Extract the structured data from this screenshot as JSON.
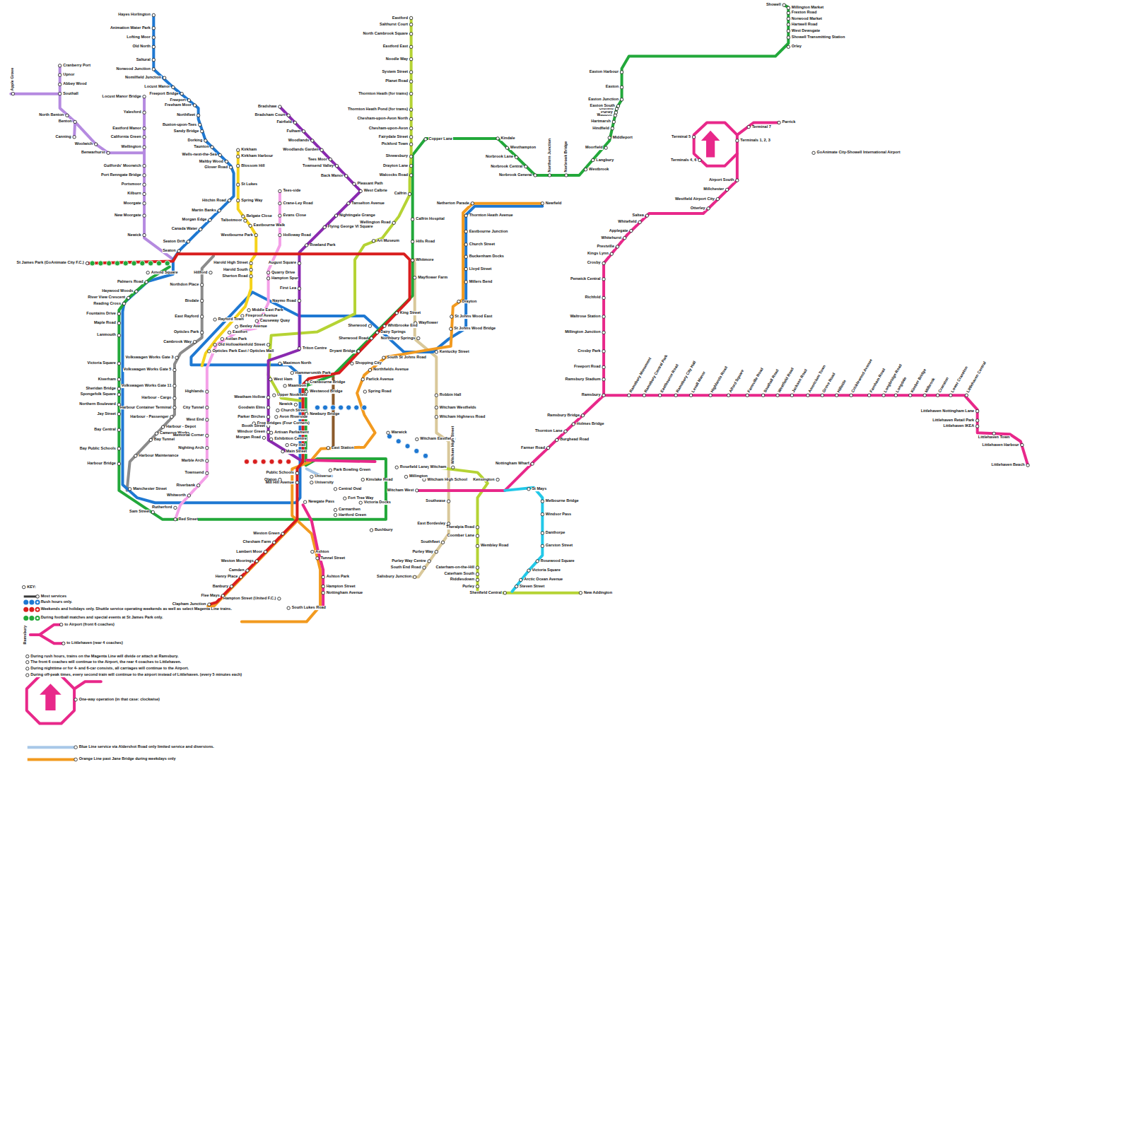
{
  "diagram": {
    "labels": [
      "Hayes Horlington",
      "Animation Water Park",
      "Lofting Moor",
      "Old North",
      "Saltural",
      "Norwood Junction",
      "Nomilfield Junction",
      "Locust Manor",
      "Freeport Bridge",
      "Freeport",
      "Freeham Moor",
      "Northfleet",
      "Buxton-upon-Tees",
      "Sandy Bridge",
      "Dorking",
      "Taunton",
      "Wells-next-the-Sea",
      "Maltby Wood",
      "Glover Road",
      "Hitchin Road",
      "Martin Banks",
      "Morgan Edge",
      "Canada Water",
      "Seaton Drift",
      "Seaton",
      "Apple Grove",
      "Cranberry Port",
      "Upnor",
      "Abbey Wood",
      "Southall",
      "North Benton",
      "Benton",
      "Canning",
      "Woolwich",
      "Benwarhurst",
      "Locust Manor Bridge",
      "Yalesford",
      "Eastford Manor",
      "California Green",
      "Wellington",
      "Guilfords' Moorwich",
      "Port Renngate Bridge",
      "Portsmoor",
      "Kilburn",
      "Moorgate",
      "New Moorgate",
      "Newick",
      "Kirkham",
      "Kirkham Harbour",
      "Blossom Hill",
      "St Lukes",
      "Spring Way",
      "Belgate Close",
      "Talbotmoor",
      "Eastbourne Walk",
      "Westbourne Park",
      "Tees-side",
      "Crane-Ley Road",
      "Evans Close",
      "Holloway Road",
      "Bradshaw",
      "Bradsham Court",
      "Fairfield",
      "Fulham",
      "Woodlands",
      "Woodlands Garden",
      "Tees Moor",
      "Townsend Valley",
      "Back Manor",
      "Pleasant Path",
      "West Calbrie",
      "Tanselton Avenue",
      "Nightingale Grange",
      "Flying George VI Square",
      "Rowland Park",
      "St James Park (GoAnimate City F.C.)",
      "Arnold Square",
      "Harold High Street",
      "Harold South",
      "Sherton Road",
      "Hillford",
      "Northdon Place",
      "Bisdale",
      "East Rayford",
      "Opticles Park",
      "Cambrook Way",
      "Quarry Drive",
      "Hampton Spur",
      "August Square",
      "First Lea",
      "Naymo Road",
      "Middle East Park",
      "Fireproof Avenue",
      "Causeway Quay",
      "Rayford Town",
      "Bexley Avenue",
      "Eastfort",
      "Astlan Park",
      "Old Holloway",
      "Opticles Park East / Opticles Mall",
      "Henfold Street",
      "Triton Centre",
      "Maximon North",
      "Volkswagen Works Gate 3",
      "Volkswagen Works Gate 5",
      "Volkswagen Works Gate 11",
      "Harbour - Cargo",
      "Harbour Container Terminal",
      "Harbour - Passenger",
      "Harbour - Depot",
      "Cameron Works",
      "Bay Tunnel",
      "Harbour Maintenance",
      "Palmers Road",
      "Haywood Woods",
      "River View Crescent",
      "Reading Cross",
      "Fountains Drive",
      "Maple Road",
      "Lanmouth",
      "Victoria Square",
      "Kiverham",
      "Sheridan Bridge",
      "Spongefolk Square",
      "Northern Boulevard",
      "Jay Street",
      "Bay Central",
      "Bay Public Schools",
      "Harbour Bridge",
      "Manchester Street",
      "Sam Street",
      "Rutherford",
      "Red Street",
      "Whitworth",
      "Highlands",
      "City Tunnel",
      "West End",
      "Memorial Corner",
      "Nighting Arch",
      "Marble Arch",
      "Townsend",
      "Riverbank",
      "West Ham",
      "Maambon",
      "Upper Nookfield",
      "Weatham Hollow",
      "Goodwin Elms",
      "Parker Birches",
      "Frog Bridges (Four Corners)",
      "Booth Street",
      "Windsor Green",
      "Morgan Road",
      "Newick",
      "Church Street",
      "Avon Riverside",
      "Artisan Parliament",
      "Exhibition Centre",
      "City Hall",
      "Main Street",
      "Cranbourne Bridge",
      "Westwood Bridge",
      "Newbury Bridge",
      "East Station",
      "Hammersmith Park",
      "Public Schools",
      "Olaton",
      "Mill Hill Avenue",
      "Universe",
      "University",
      "Park Bowling Green",
      "Central Oval",
      "Newgate Pass",
      "Fort Tree Way",
      "Victoria Docks",
      "Carmarthen",
      "Hartford Green",
      "Kinslake Road",
      "Bushbury",
      "Weston Green",
      "Chesham Farm",
      "Lambert Moor",
      "Weston Moorings",
      "Camden",
      "Henry Place",
      "Banbury",
      "Flee Mays",
      "Clapham Junction",
      "Ashton",
      "Tunnel Street",
      "Ashton Park",
      "Hampton Street",
      "Nottingham Avenue",
      "Hampton Street (United F.C.)",
      "South Lukes Road",
      "Eastford",
      "Salthurst Court",
      "North Cambrook Square",
      "Eastford East",
      "Noodle Way",
      "System Street",
      "Planet Road",
      "Thornton Heath (for trams)",
      "Thornton Heath Pond (for trams)",
      "Chesham-upon-Avon North",
      "Chesham-upon-Avon",
      "Fairydale Street",
      "Pickford Town",
      "Shrewsbury",
      "Drayton Lane",
      "Walcocks Road",
      "Calfrin",
      "Calfrin Hospital",
      "Hills Road",
      "Whitmore",
      "Mayflower Farm",
      "Wellington Road",
      "Art Museum",
      "Copper Lane",
      "Kindale",
      "Westhampton",
      "Norbrook Lane",
      "Norbrook Central",
      "Norbrook General",
      "Northern Junction",
      "Norbrook Bridge",
      "Westbrook",
      "Langbury",
      "Moorfield",
      "Middleport",
      "Hindfield",
      "Hartmarsh",
      "Waddon",
      "Purley",
      "Oldfield",
      "Easton South",
      "Easton Junction",
      "Easton",
      "Easton Harbour",
      "Orley",
      "Showell Transmitting Station",
      "West Dewsgate",
      "Hartwell Road",
      "Norwood Market",
      "Frexton Road",
      "Millington Market",
      "Showell",
      "Newfield",
      "Netherton Parade",
      "Thornton Heath Avenue",
      "Eastbourne Junction",
      "Church Street",
      "Buckenham Docks",
      "Lloyd Street",
      "Millers Bend",
      "Drayton",
      "St Johns Wood East",
      "St Johns Wood Bridge",
      "Kentucky Street",
      "King Street",
      "Wayflower",
      "Northbury Springs",
      "Whitbrooke End",
      "Dairy Springs",
      "Sherwood",
      "Sherwood Road",
      "Dryant Bridge",
      "South St Johns Road",
      "Shopping City",
      "Northfields Avenue",
      "Parlick Avenue",
      "Spring Road",
      "Witcham Eastfields",
      "Robbin Hall",
      "Witcham Westfields",
      "Witcham Highness Road",
      "Warwick",
      "Rosefield Lane",
      "Millington",
      "Witcham High School",
      "Witcham",
      "Witcham West",
      "Southease",
      "East Bordesley",
      "Southfleet",
      "Purley Way",
      "Purley Way Centre",
      "South End Road",
      "Salisbury Junction",
      "Theralpia Road",
      "Coomber Lane",
      "Wembley Road",
      "Caterham-on-the-Hill",
      "Caterham South",
      "Riddlesdown",
      "Purley",
      "Shenfield Central",
      "New Addington",
      "St Mays",
      "Melbourne Bridge",
      "Windsor Pass",
      "Danthorpe",
      "Garston Street",
      "Rosewood Square",
      "Victoria Square",
      "Arctic Ocean Avenue",
      "Steven Street",
      "Kensington",
      "Nottingham Wharf",
      "Farmer Road",
      "Burghead Road",
      "Thornton Lane",
      "Holmes Bridge",
      "Ramsbury Bridge",
      "Ramsbury",
      "Ramsbury Stadium",
      "Freeport Road",
      "Crosby Park",
      "Millington Junction",
      "Waltrose Station",
      "Richfold",
      "Penwick Central",
      "Crosby",
      "Kings Lynn",
      "Prestville",
      "Whitehurst",
      "Applegate",
      "Whitefield",
      "Saltea",
      "Otterley",
      "Westfield Airport City",
      "Millchester",
      "Airport South",
      "Terminals 1, 2, 3",
      "Terminal 7",
      "Terminal 5",
      "Terminals 4, 6",
      "Parrick",
      "GoAnimate City-Showell International Airport",
      "Littlehaven Nottingham Lane",
      "Littlehaven Retail Park",
      "Littlehaven IKEA",
      "Littlehaven Town",
      "Littlehaven Harbour",
      "Littlehaven Beach",
      "Ramsbury Monument",
      "Ramsbury Central Park",
      "Eastbourne Road",
      "Ramsbury City Hall",
      "Lexall Manor",
      "Highlands Road",
      "Alford Square",
      "Farmville Road",
      "Southall Road",
      "Westfield Road",
      "Jackson Road",
      "Americium Town",
      "Grove Road",
      "Hillside",
      "Cricklewood Avenue",
      "Farnham Road",
      "Longbridge Road",
      "Longdale",
      "Kimber Bridge",
      "Milbrook",
      "Cranston",
      "Lower Cranston",
      "Littlehaven Central",
      "KEY:",
      "Ramsbury",
      "to Airport (front 6 coaches)",
      "to Littlehaven (rear 4 coaches)",
      "During rush hours, trains on the Magenta Line will divide or attach at Ramsbury.",
      "The front 6 coaches will continue to the Airport, the rear 4 coaches to Littlehaven.",
      "During nighttime or for 4- and 6-car consists, all carriages will continue to the Airport.",
      "During off-peak times, every second train will continue to the airport instead of Littlehaven. (every 5 minutes each)",
      "One-way operation (in that case: clockwise)",
      "Witcham High Street"
    ],
    "legend": [
      {
        "text": "Most services",
        "color": "#3a3a3a"
      },
      {
        "text": "Rush hours only.",
        "color": "#1e78d2"
      },
      {
        "text": "Weekends and holidays only. Shuttle service operating weekends as well as select Magenta Line trains.",
        "color": "#d91e1e"
      },
      {
        "text": "During football matches and special events at St James Park only.",
        "color": "#22a83a"
      },
      {
        "text": "Blue Line service via Aldershot Road only limited service and diversions.",
        "color": "#a8c8e8"
      },
      {
        "text": "Orange Line past Jane Bridge during weekdays only",
        "color": "#f29a1f"
      }
    ]
  }
}
